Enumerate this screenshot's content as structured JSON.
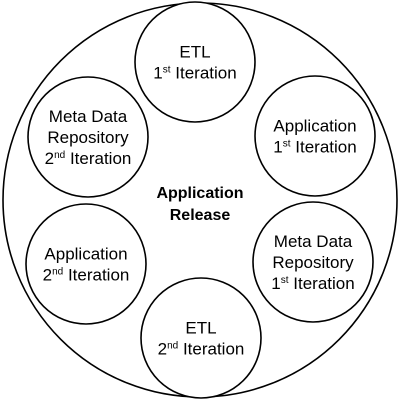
{
  "diagram": {
    "center": {
      "line1": "Application",
      "line2": "Release"
    },
    "nodes": [
      {
        "id": "etl-1",
        "lines": [
          "ETL"
        ],
        "iter_num": "1",
        "iter_suffix": "st",
        "iter_word": " Iteration"
      },
      {
        "id": "application-1",
        "lines": [
          "Application"
        ],
        "iter_num": "1",
        "iter_suffix": "st",
        "iter_word": " Iteration"
      },
      {
        "id": "meta-data-repository-1",
        "lines": [
          "Meta Data",
          "Repository"
        ],
        "iter_num": "1",
        "iter_suffix": "st",
        "iter_word": " Iteration"
      },
      {
        "id": "etl-2",
        "lines": [
          "ETL"
        ],
        "iter_num": "2",
        "iter_suffix": "nd",
        "iter_word": " Iteration"
      },
      {
        "id": "application-2",
        "lines": [
          "Application"
        ],
        "iter_num": "2",
        "iter_suffix": "nd",
        "iter_word": " Iteration"
      },
      {
        "id": "meta-data-repository-2",
        "lines": [
          "Meta Data",
          "Repository"
        ],
        "iter_num": "2",
        "iter_suffix": "nd",
        "iter_word": " Iteration"
      }
    ]
  }
}
